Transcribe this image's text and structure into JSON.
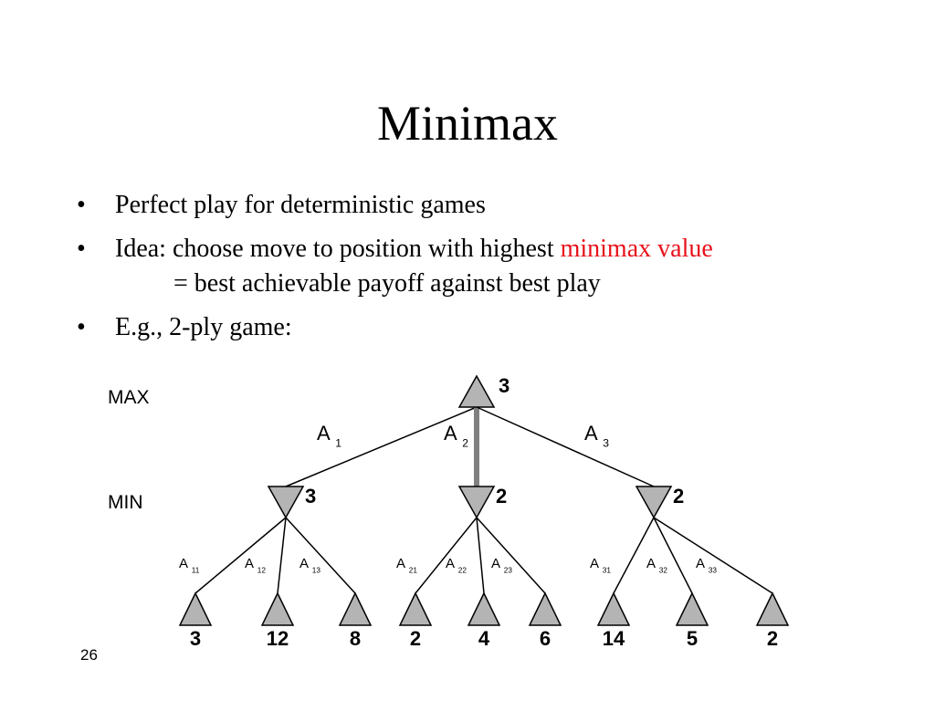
{
  "slide": {
    "title": "Minimax",
    "bullets": [
      {
        "text": "Perfect play for deterministic games"
      },
      {
        "text": "Idea: choose move to position with highest ",
        "highlight": "minimax value",
        "continuation": "= best achievable payoff against best play"
      },
      {
        "text": "E.g., 2-ply game:"
      }
    ],
    "bullet_symbol": "•",
    "highlight_color": "#e8111b",
    "slide_number": "26"
  },
  "tree": {
    "level_labels": {
      "max": "MAX",
      "min": "MIN"
    },
    "root": {
      "value": "3"
    },
    "edge_labels": [
      {
        "base": "A",
        "sub": "1"
      },
      {
        "base": "A",
        "sub": "2"
      },
      {
        "base": "A",
        "sub": "3"
      }
    ],
    "min_nodes": [
      {
        "value": "3",
        "children": [
          {
            "label": {
              "base": "A",
              "sub": "11"
            },
            "value": "3"
          },
          {
            "label": {
              "base": "A",
              "sub": "12"
            },
            "value": "12"
          },
          {
            "label": {
              "base": "A",
              "sub": "13"
            },
            "value": "8"
          }
        ]
      },
      {
        "value": "2",
        "children": [
          {
            "label": {
              "base": "A",
              "sub": "21"
            },
            "value": "2"
          },
          {
            "label": {
              "base": "A",
              "sub": "22"
            },
            "value": "4"
          },
          {
            "label": {
              "base": "A",
              "sub": "23"
            },
            "value": "6"
          }
        ]
      },
      {
        "value": "2",
        "children": [
          {
            "label": {
              "base": "A",
              "sub": "31"
            },
            "value": "14"
          },
          {
            "label": {
              "base": "A",
              "sub": "32"
            },
            "value": "5"
          },
          {
            "label": {
              "base": "A",
              "sub": "33"
            },
            "value": "2"
          }
        ]
      }
    ],
    "best_move": "A2",
    "node_fill": "#b4b4b4"
  }
}
